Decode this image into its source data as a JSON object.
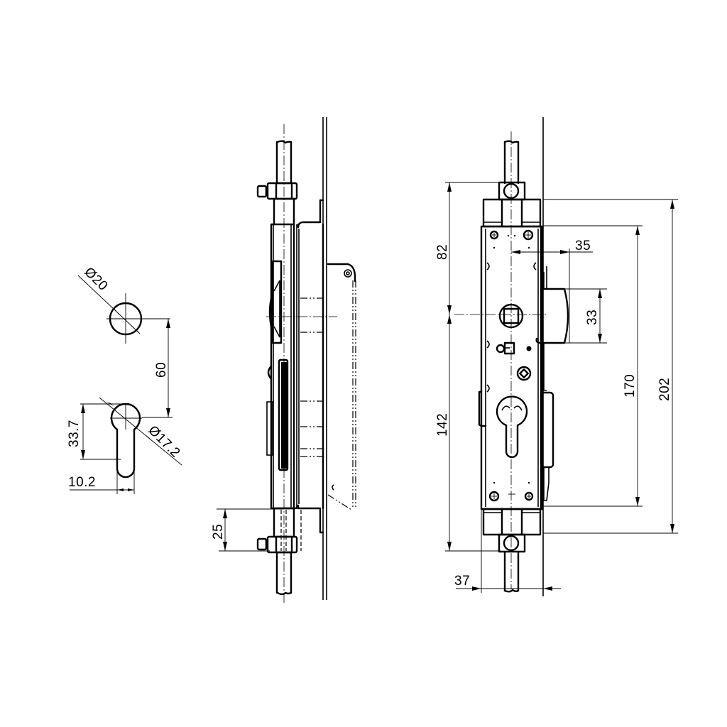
{
  "drawing": {
    "title": "Multipoint lock mechanism technical drawing",
    "views": {
      "cutout_template": {
        "spindle_hole_diameter": "Ø20",
        "spindle_to_cylinder_distance": "60",
        "cylinder_diameter": "Ø17.2",
        "cylinder_height": "33.7",
        "cylinder_width": "10.2"
      },
      "side_view": {
        "bolt_clearance": "25"
      },
      "front_view": {
        "top_to_spindle": "82",
        "spindle_to_bottom": "142",
        "backset": "35",
        "latch_height": "33",
        "faceplate_inner_length": "170",
        "faceplate_outer_length": "202",
        "case_depth": "37"
      }
    }
  }
}
